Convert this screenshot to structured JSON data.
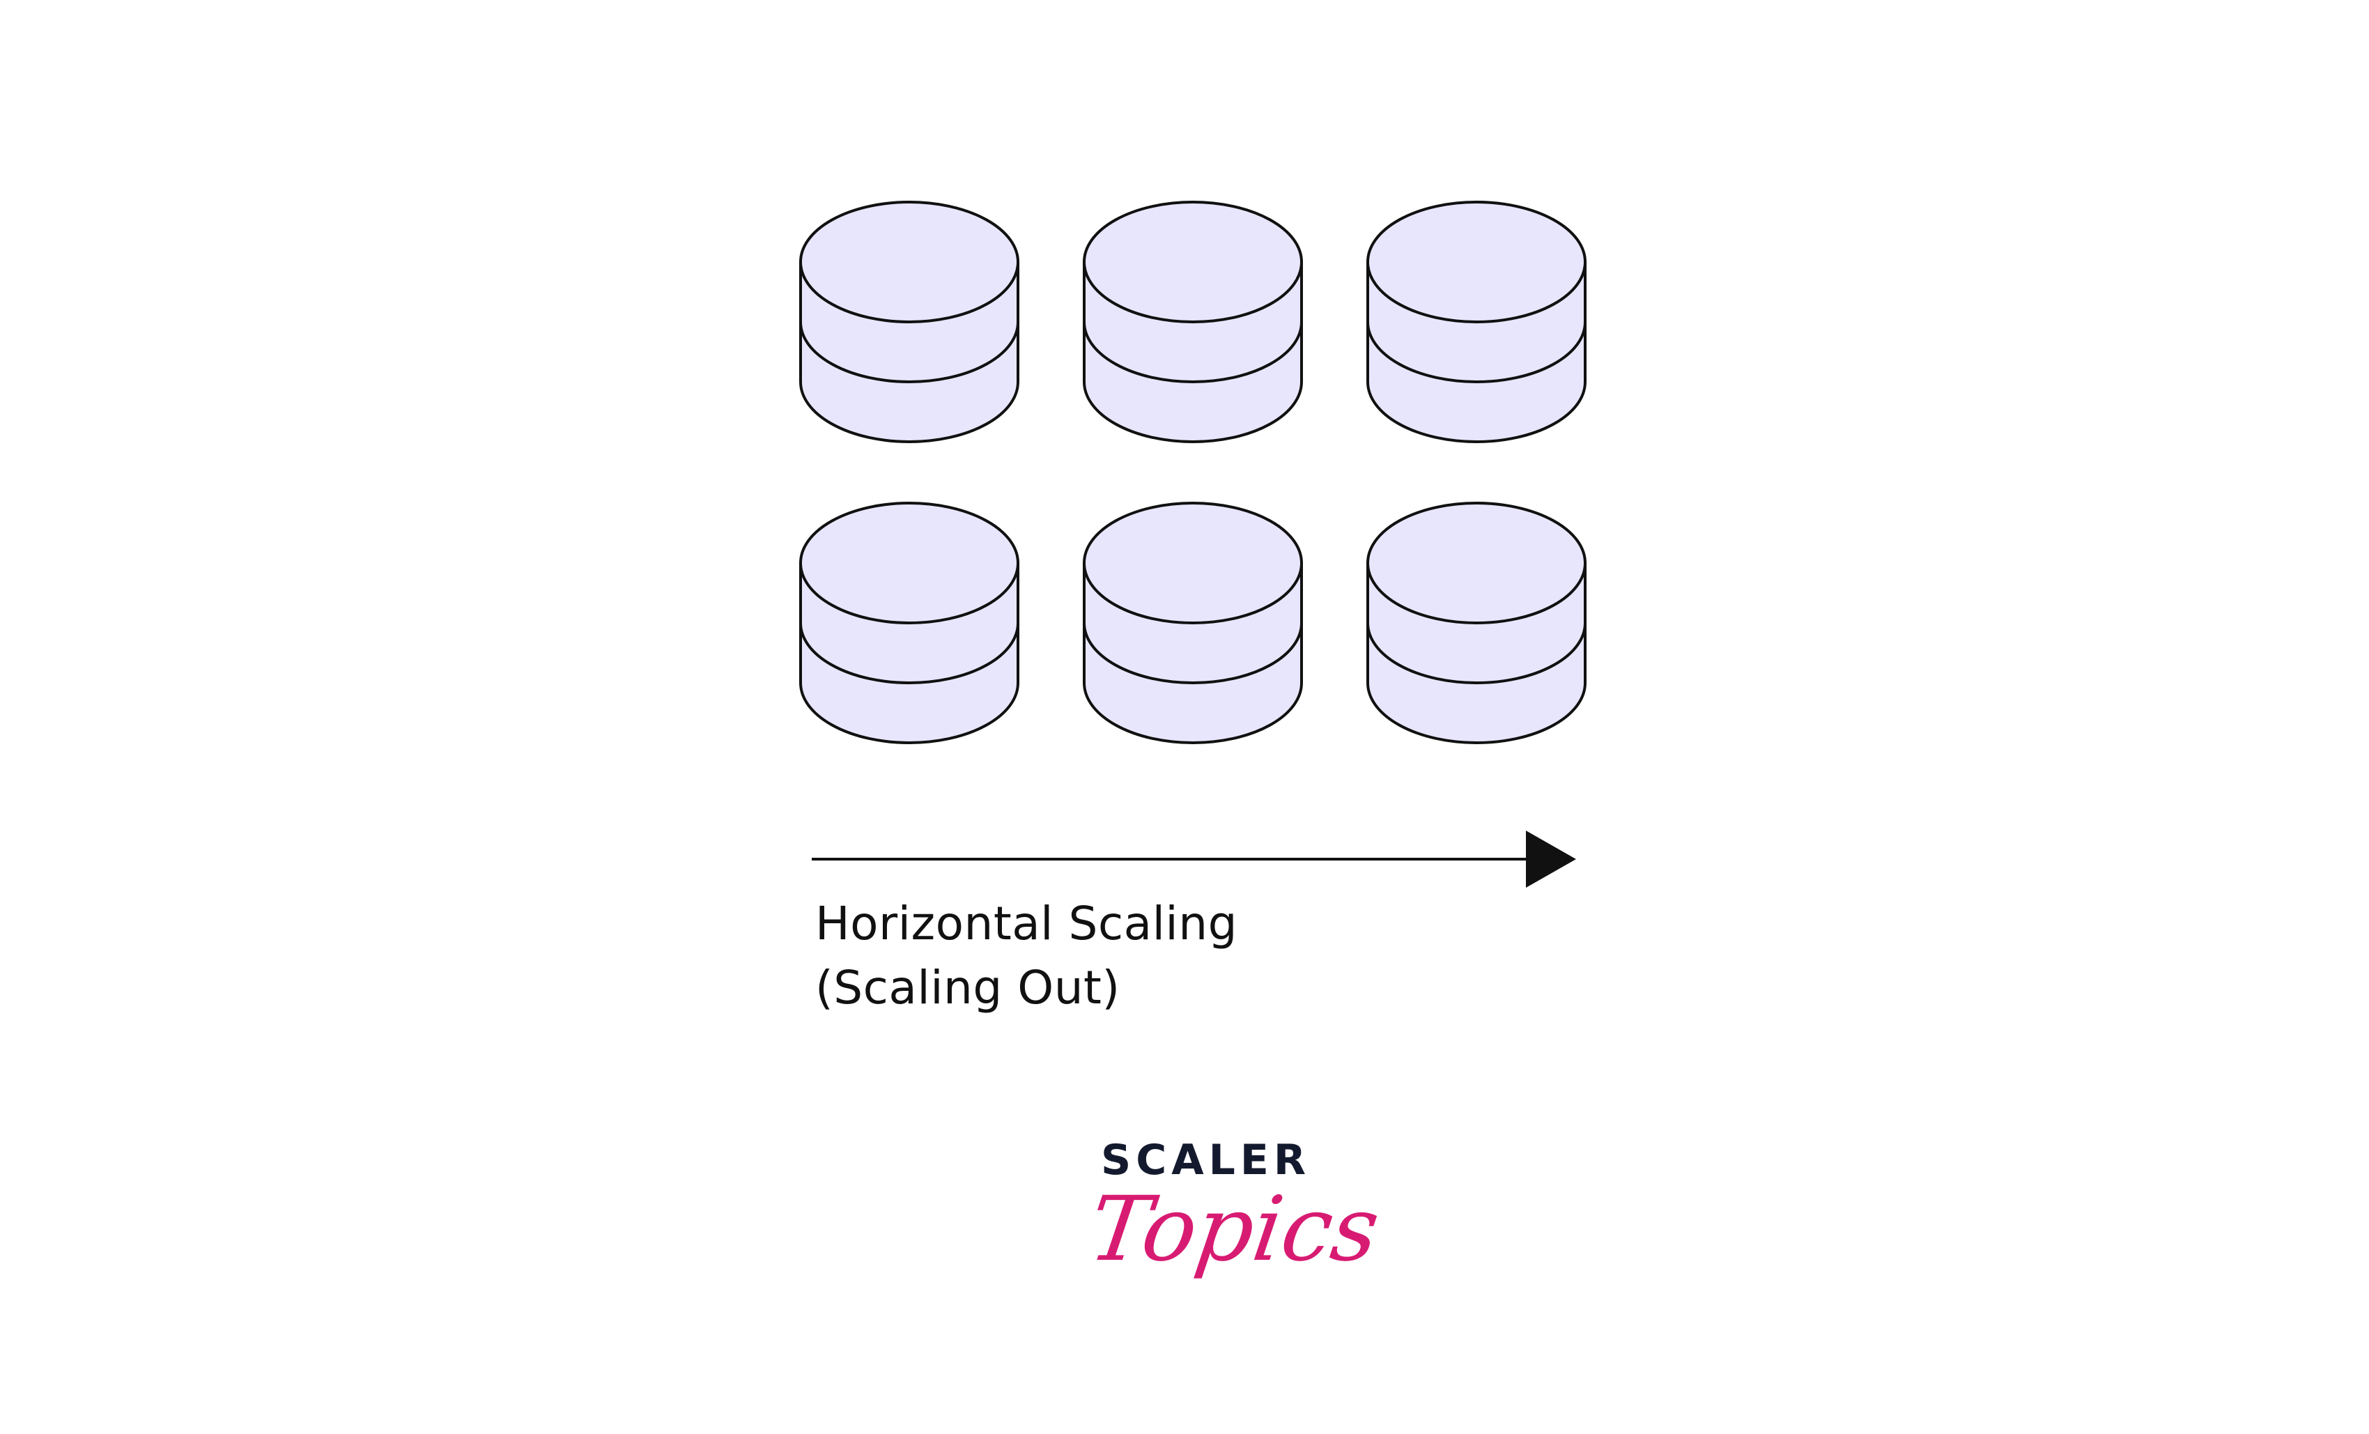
{
  "diagram": {
    "database_count": 6,
    "database_fill": "#E8E6FD",
    "stroke_color": "#111111",
    "arrow_color": "#111111",
    "caption_line1": "Horizontal Scaling",
    "caption_line2": "(Scaling Out)"
  },
  "logo": {
    "scaler_text": "SCALER",
    "topics_text": "Topics",
    "scaler_color": "#141A2E",
    "topics_color": "#D81B72"
  }
}
